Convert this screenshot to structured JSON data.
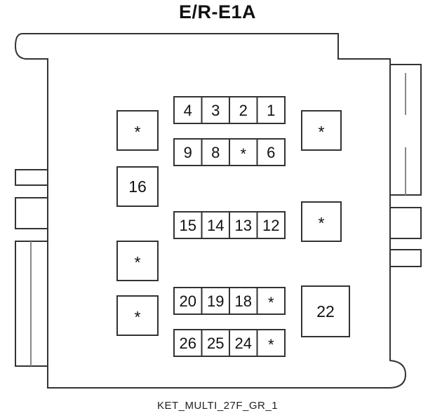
{
  "title": "E/R-E1A",
  "caption": "KET_MULTI_27F_GR_1",
  "rows": [
    {
      "id": "row-a",
      "cells": [
        "4",
        "3",
        "2",
        "1"
      ]
    },
    {
      "id": "row-b",
      "cells": [
        "9",
        "8",
        "*",
        "6"
      ]
    },
    {
      "id": "row-c",
      "cells": [
        "15",
        "14",
        "13",
        "12"
      ]
    },
    {
      "id": "row-d",
      "cells": [
        "20",
        "19",
        "18",
        "*"
      ]
    },
    {
      "id": "row-e",
      "cells": [
        "26",
        "25",
        "24",
        "*"
      ]
    }
  ],
  "singles": [
    {
      "id": "left-1",
      "label": "*"
    },
    {
      "id": "left-2",
      "label": "16"
    },
    {
      "id": "left-3",
      "label": "*"
    },
    {
      "id": "left-4",
      "label": "*"
    },
    {
      "id": "right-1",
      "label": "*"
    },
    {
      "id": "right-2",
      "label": "*"
    },
    {
      "id": "right-3",
      "label": "22"
    }
  ]
}
